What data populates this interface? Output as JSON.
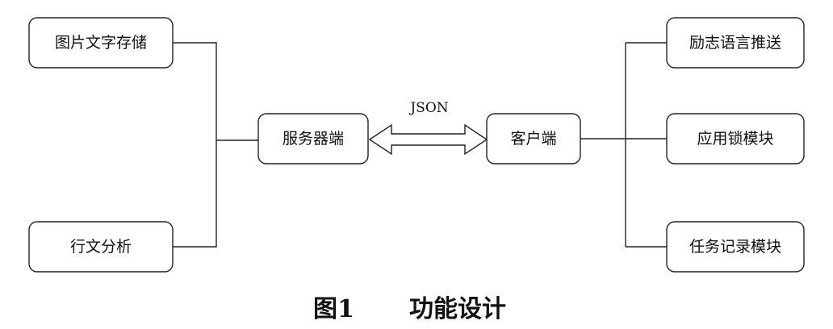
{
  "diagram": {
    "left_nodes": [
      "图片文字存储",
      "行文分析"
    ],
    "server": "服务器端",
    "protocol": "JSON",
    "client": "客户端",
    "right_nodes": [
      "励志语言推送",
      "应用锁模块",
      "任务记录模块"
    ]
  },
  "caption": {
    "figure_number": "图1",
    "title": "功能设计"
  }
}
